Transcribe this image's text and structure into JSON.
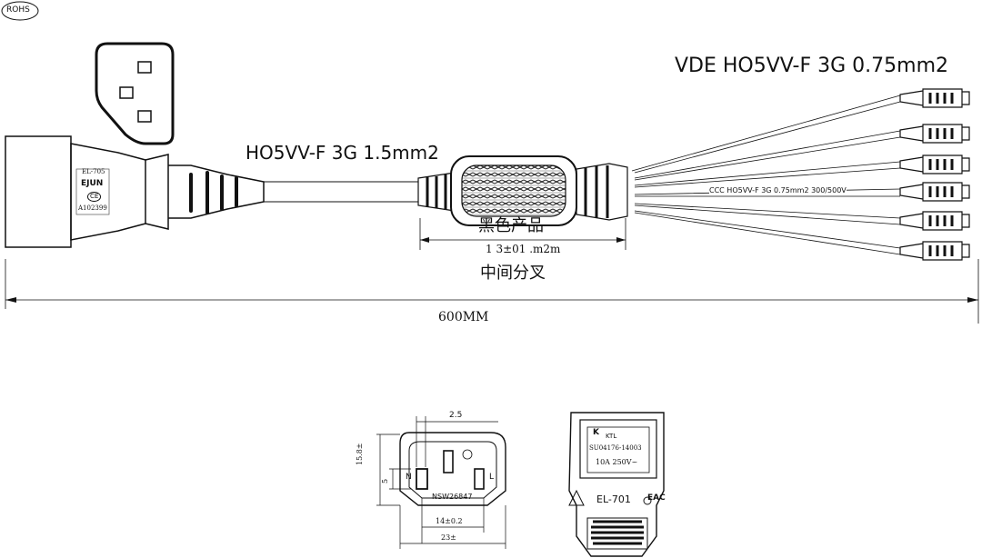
{
  "badges": {
    "rohs": "ROHS"
  },
  "labels": {
    "spec_vde": "VDE HO5VV-F 3G 0.75mm2",
    "spec_main": "HO5VV-F 3G 1.5mm2",
    "splitter_name": "黑色产品",
    "splitter_dim": "1 3±01 .m2m",
    "splitter_caption": "中间分叉",
    "total_length": "600MM",
    "cable_print": "CCC HO5VV-F 3G 0.75mm2  300/500V"
  },
  "plug_marks": {
    "model": "EL-705",
    "brand": "EJUN",
    "cert": "CE",
    "serial": "A102399"
  },
  "socket_drawing": {
    "dim_top": "2.5",
    "dim_height": "15.8±",
    "dim_pin": "5",
    "pin_n": "N",
    "pin_l": "L",
    "part_no": "NSW26847",
    "dim_inner": "14±0.2",
    "dim_outer": "23±"
  },
  "body_drawing": {
    "cert": "KTL",
    "cert_no": "SU04176-14003",
    "rating": "10A 250V~",
    "model": "EL-701",
    "mark": "EAC"
  }
}
